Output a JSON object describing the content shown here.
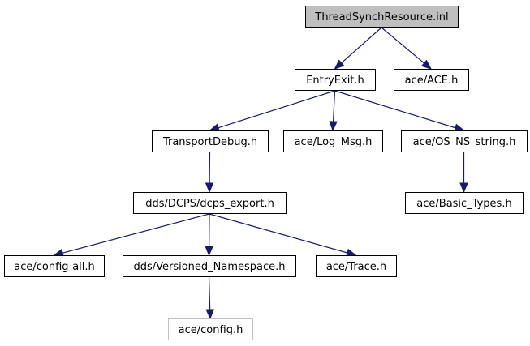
{
  "colors": {
    "edge": "#191970",
    "node_border": "#000000",
    "node_fill": "#ffffff",
    "root_fill": "#bfbfbf",
    "missing_border": "#bfbfbf"
  },
  "graph": {
    "nodes": [
      {
        "id": "root",
        "label": "ThreadSynchResource.inl",
        "style": "root"
      },
      {
        "id": "entryexit",
        "label": "EntryExit.h",
        "style": "normal"
      },
      {
        "id": "ace_ace",
        "label": "ace/ACE.h",
        "style": "normal"
      },
      {
        "id": "transportdebug",
        "label": "TransportDebug.h",
        "style": "normal"
      },
      {
        "id": "log_msg",
        "label": "ace/Log_Msg.h",
        "style": "normal"
      },
      {
        "id": "os_ns_string",
        "label": "ace/OS_NS_string.h",
        "style": "normal"
      },
      {
        "id": "dcps_export",
        "label": "dds/DCPS/dcps_export.h",
        "style": "normal"
      },
      {
        "id": "basic_types",
        "label": "ace/Basic_Types.h",
        "style": "normal"
      },
      {
        "id": "config_all",
        "label": "ace/config-all.h",
        "style": "normal"
      },
      {
        "id": "versioned_ns",
        "label": "dds/Versioned_Namespace.h",
        "style": "normal"
      },
      {
        "id": "trace",
        "label": "ace/Trace.h",
        "style": "normal"
      },
      {
        "id": "config",
        "label": "ace/config.h",
        "style": "missing"
      }
    ],
    "edges": [
      {
        "from": "root",
        "to": "entryexit"
      },
      {
        "from": "root",
        "to": "ace_ace"
      },
      {
        "from": "entryexit",
        "to": "transportdebug"
      },
      {
        "from": "entryexit",
        "to": "log_msg"
      },
      {
        "from": "entryexit",
        "to": "os_ns_string"
      },
      {
        "from": "transportdebug",
        "to": "dcps_export"
      },
      {
        "from": "os_ns_string",
        "to": "basic_types"
      },
      {
        "from": "dcps_export",
        "to": "config_all"
      },
      {
        "from": "dcps_export",
        "to": "versioned_ns"
      },
      {
        "from": "dcps_export",
        "to": "trace"
      },
      {
        "from": "versioned_ns",
        "to": "config"
      }
    ]
  }
}
